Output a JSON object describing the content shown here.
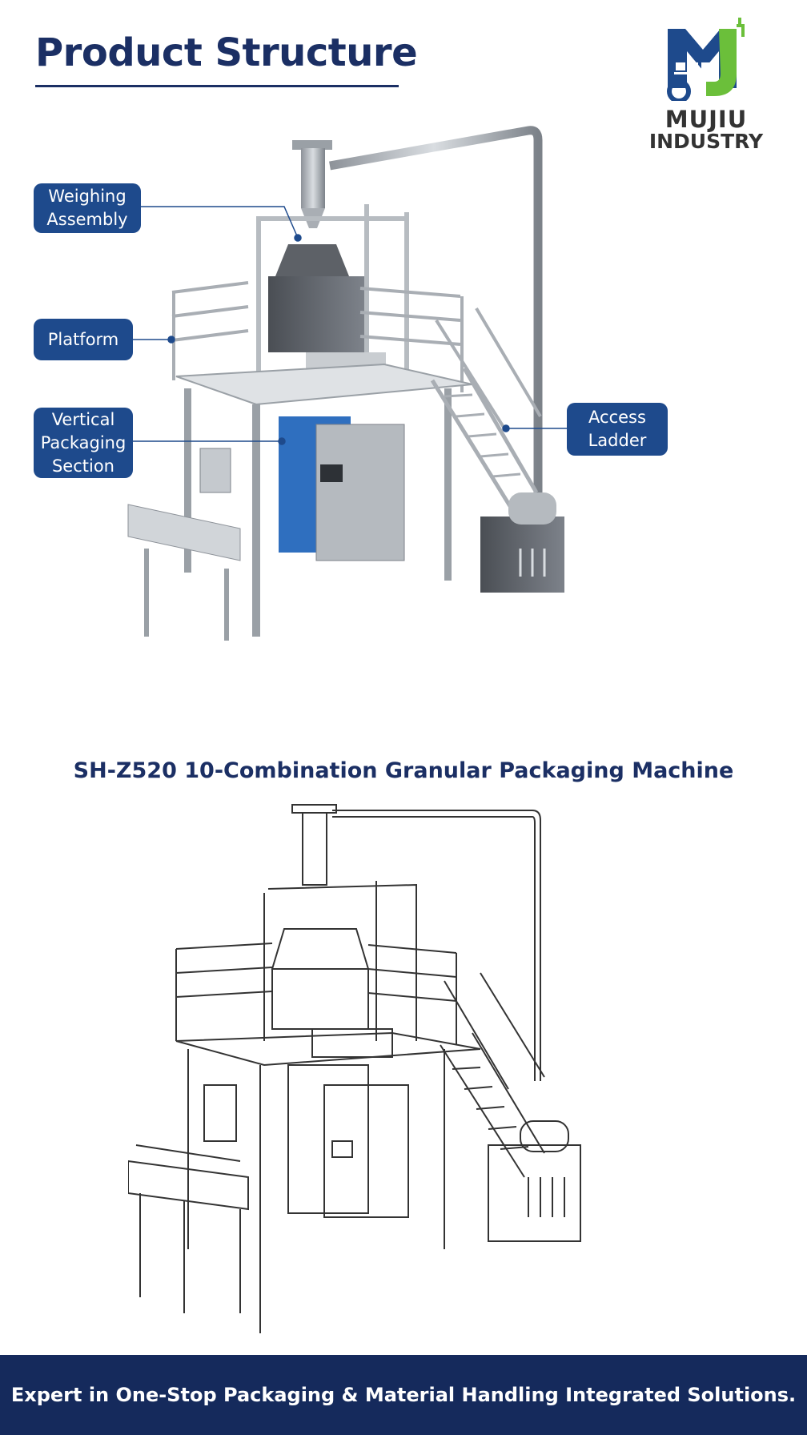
{
  "header": {
    "title": "Product Structure"
  },
  "brand": {
    "line1": "MUJIU",
    "line2": "INDUSTRY",
    "logo_icon": "mujiu-gear-logo",
    "primary_color": "#1e4a8c",
    "accent_color": "#6bbf3a"
  },
  "callouts": {
    "weighing": [
      "Weighing",
      "Assembly"
    ],
    "platform": [
      "Platform"
    ],
    "vertical": [
      "Vertical",
      "Packaging",
      "Section"
    ],
    "ladder": [
      "Access",
      "Ladder"
    ]
  },
  "machine": {
    "name": "SH-Z520 10-Combination Granular Packaging Machine"
  },
  "footer": {
    "tagline": "Expert in One-Stop Packaging & Material Handling Integrated Solutions."
  },
  "colors": {
    "navy": "#1b2f64",
    "callout_blue": "#1e4a8c",
    "footer_bg": "#152a5c"
  }
}
